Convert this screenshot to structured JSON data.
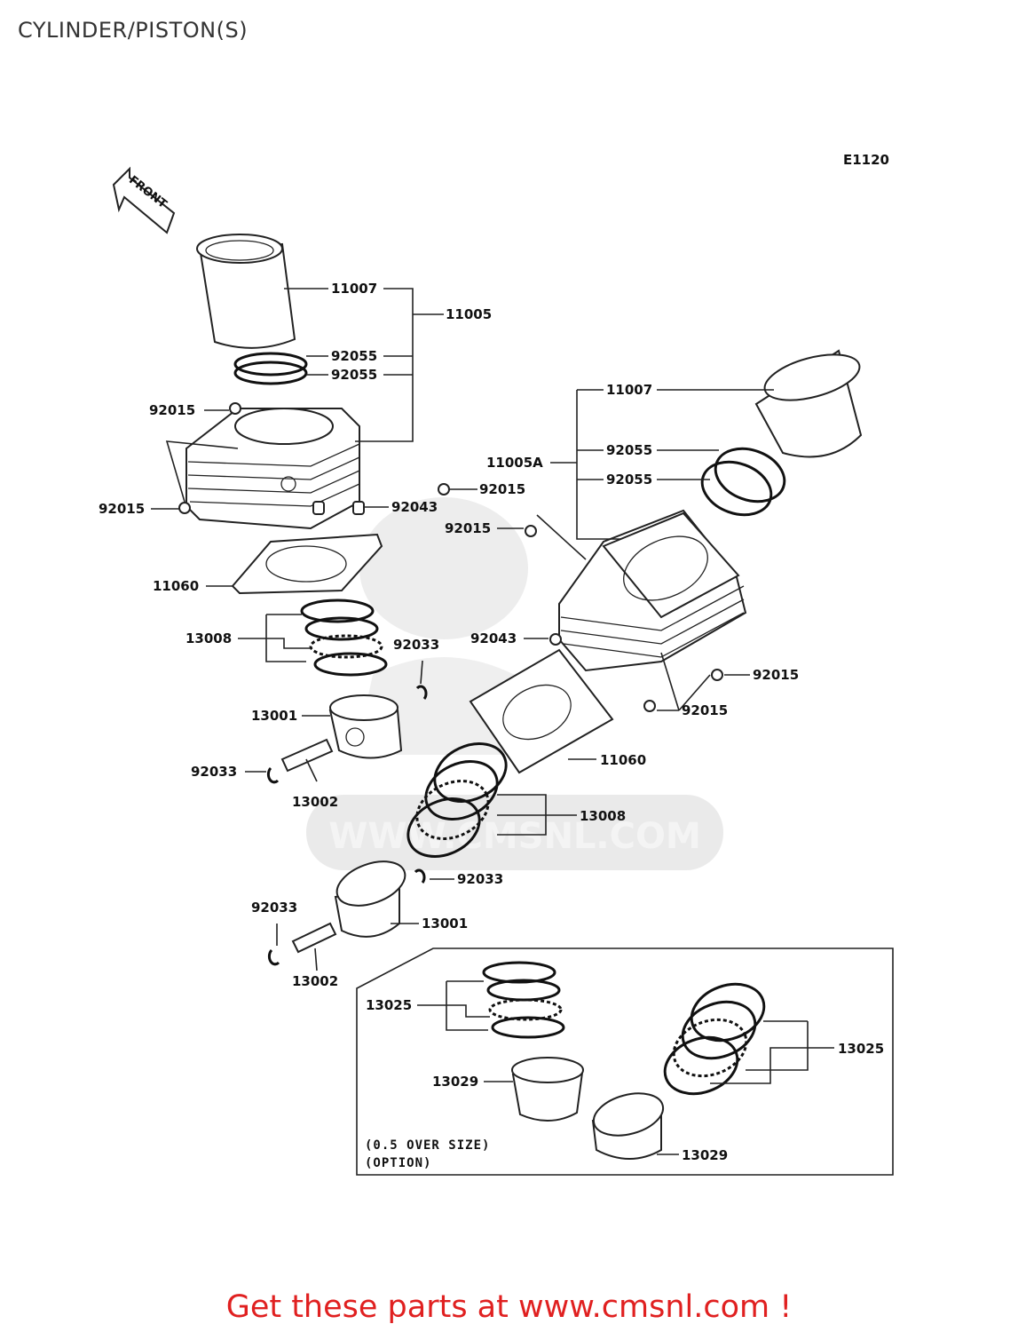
{
  "page": {
    "title": "CYLINDER/PISTON(S)"
  },
  "diagram": {
    "code": "E1120",
    "front_badge": "FRONT",
    "watermark": "WWW.CMSNL.COM",
    "oversize_note": [
      "(0.5 OVER SIZE)",
      "(OPTION)"
    ],
    "callouts": {
      "c11007_top": "11007",
      "c11005": "11005",
      "c92055_a": "92055",
      "c92055_b": "92055",
      "c92015_top": "92015",
      "c92015_left": "92015",
      "c92015_mid": "92015",
      "c92043_a": "92043",
      "c11060_a": "11060",
      "c13008_a": "13008",
      "c92033_a": "92033",
      "c13001_a": "13001",
      "c92033_b": "92033",
      "c13002_a": "13002",
      "c11007_right": "11007",
      "c11005A": "11005A",
      "c92055_c": "92055",
      "c92055_d": "92055",
      "c92015_r1": "92015",
      "c92043_b": "92043",
      "c92015_r2": "92015",
      "c92015_r3": "92015",
      "c11060_b": "11060",
      "c13008_b": "13008",
      "c92033_c": "92033",
      "c92033_d": "92033",
      "c13001_b": "13001",
      "c13002_b": "13002",
      "c13025_a": "13025",
      "c13029_a": "13029",
      "c13025_b": "13025",
      "c13029_b": "13029"
    }
  },
  "promo": {
    "text": "Get these parts at www.cmsnl.com !"
  }
}
